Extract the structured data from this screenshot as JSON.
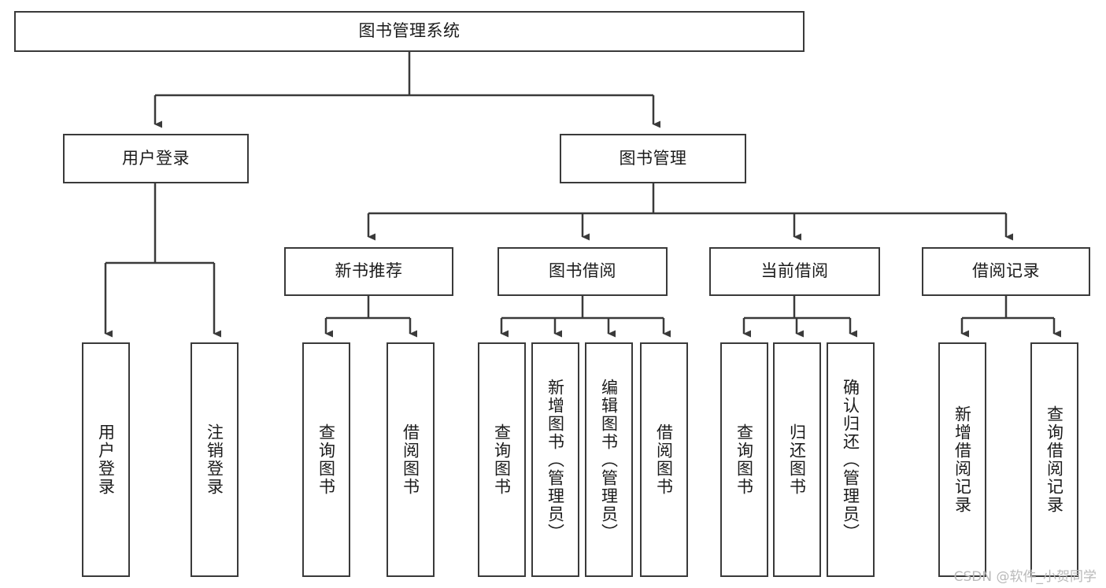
{
  "diagram": {
    "type": "tree",
    "title": "图书管理系统",
    "watermark": "CSDN @软件_小贺同学",
    "style": {
      "box_border_color": "#3a3a3a",
      "box_fill_color": "#ffffff",
      "connector_color": "#3a3a3a",
      "text_color": "#1b1b1b",
      "background_color": "#ffffff"
    },
    "levels": {
      "root": {
        "label": "图书管理系统"
      },
      "level2": [
        {
          "label": "用户登录"
        },
        {
          "label": "图书管理"
        }
      ],
      "level3": [
        {
          "label": "新书推荐"
        },
        {
          "label": "图书借阅"
        },
        {
          "label": "当前借阅"
        },
        {
          "label": "借阅记录"
        }
      ],
      "leaves": {
        "user_login": [
          {
            "label": "用户登录"
          },
          {
            "label": "注销登录"
          }
        ],
        "new_book_recommend": [
          {
            "label": "查询图书"
          },
          {
            "label": "借阅图书"
          }
        ],
        "book_borrow": [
          {
            "label": "查询图书"
          },
          {
            "label": "新增图书（管理员）"
          },
          {
            "label": "编辑图书（管理员）"
          },
          {
            "label": "借阅图书"
          }
        ],
        "current_borrow": [
          {
            "label": "查询图书"
          },
          {
            "label": "归还图书"
          },
          {
            "label": "确认归还（管理员）"
          }
        ],
        "borrow_record": [
          {
            "label": "新增借阅记录"
          },
          {
            "label": "查询借阅记录"
          }
        ]
      }
    }
  }
}
